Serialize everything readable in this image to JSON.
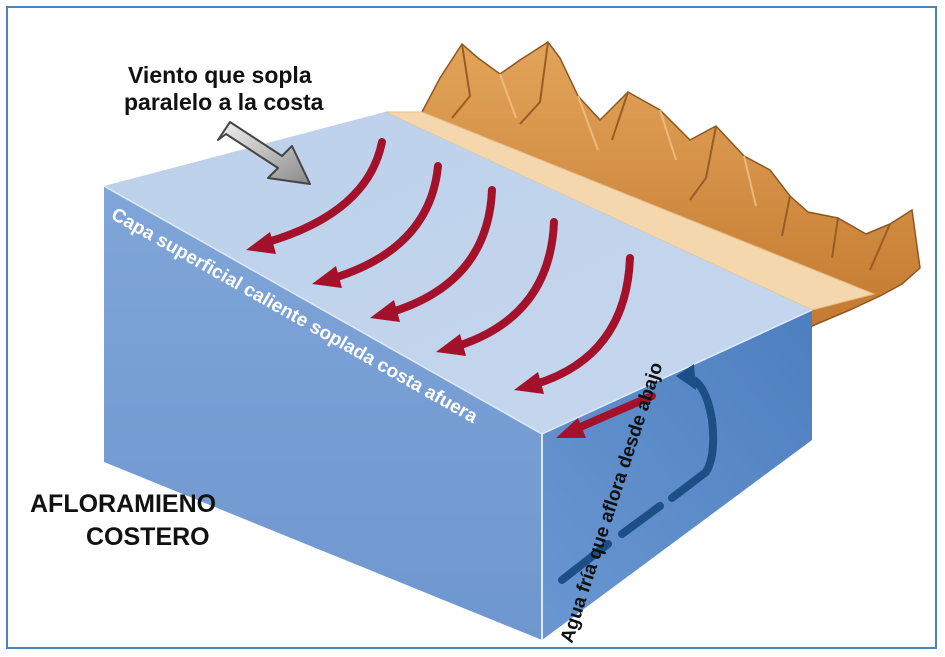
{
  "labels": {
    "wind_line1": "Viento que sopla",
    "wind_line2": "paralelo a la costa",
    "surface_layer": "Capa superficial caliente soplada costa afuera",
    "cold_water": "Agua fría que aflora desde abajo",
    "title_line1": "AFLORAMIENO",
    "title_line2": "COSTERO"
  },
  "colors": {
    "frame_border": "#4f81bd",
    "sea_surface": "#bcd0ea",
    "sea_front": "#7ea3d6",
    "sea_side": "#5d8bc8",
    "beach": "#f5d7ae",
    "mountain": "#d58f3f",
    "surface_arrow": "#a3122a",
    "upwelling_arrow": "#1c4f86",
    "wind_arrow": "#9b9b9b"
  },
  "icons": {
    "wind": "wind-arrow-icon",
    "surface_flow": "curved-arrow-icon",
    "upwelling": "upwelling-arrow-icon"
  }
}
